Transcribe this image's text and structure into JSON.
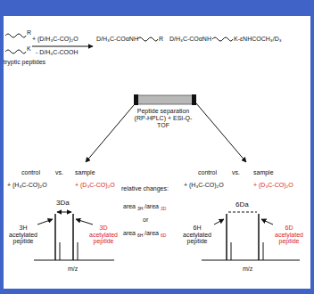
{
  "diagram": {
    "nodes": [
      {
        "text": [
          "Peptide separation (RP-HPLC) + ESI-Q-TOF"
        ]
      }
    ],
    "labels": [
      "R",
      "K",
      "tryptic peptides",
      "+ (D/H₃C-CO)₂O",
      "- D/H₃C-COOH",
      "D/H₃C-COαNH",
      "R",
      "D/H₃C-COαNH",
      "K-εNHCOCH₃/D₃",
      "control",
      "vs.",
      "sample",
      "+ (H₃C-CO)₂O",
      "+ (D₃C-CO)₂O",
      "3Da",
      "3H acetylated peptide",
      "3D acetylated peptide",
      "m/z",
      "relative changes:",
      "area",
      "3H",
      "/area",
      "3D",
      "or",
      "area",
      "6H",
      "/area",
      "6D",
      "control",
      "vs.",
      "sample",
      "+ (H₃C-CO)₂O",
      "+ (D₃C-CO)₂O",
      "6Da",
      "6H acetylated peptide",
      "6D acetylated peptide",
      "m/z"
    ]
  }
}
